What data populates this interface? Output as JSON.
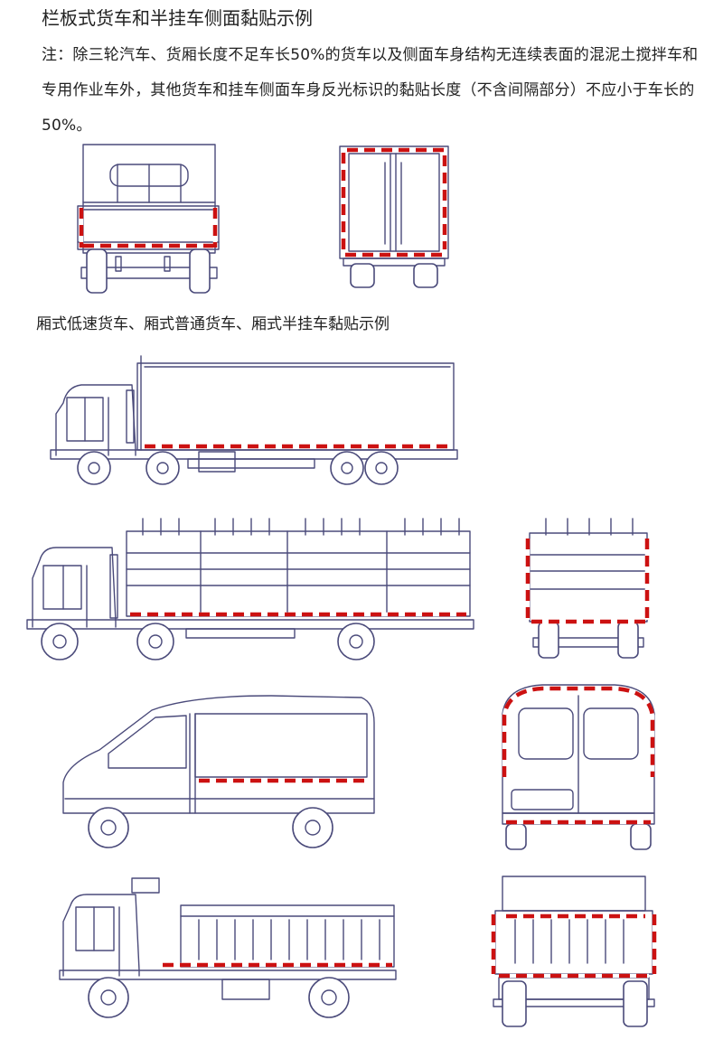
{
  "header": {
    "title": "栏板式货车和半挂车侧面黏贴示例",
    "note": "注：除三轮汽车、货厢长度不足车长50%的货车以及侧面车身结构无连续表面的混泥土搅拌车和专用作业车外，其他货车和挂车侧面车身反光标识的黏贴长度（不含间隔部分）不应小于车长的50%。"
  },
  "section2": {
    "title": "厢式低速货车、厢式普通货车、厢式半挂车黏贴示例"
  },
  "colors": {
    "reflective_red": "#cc1111",
    "reflective_white": "#ffffff",
    "outline": "#4a4a7a"
  }
}
